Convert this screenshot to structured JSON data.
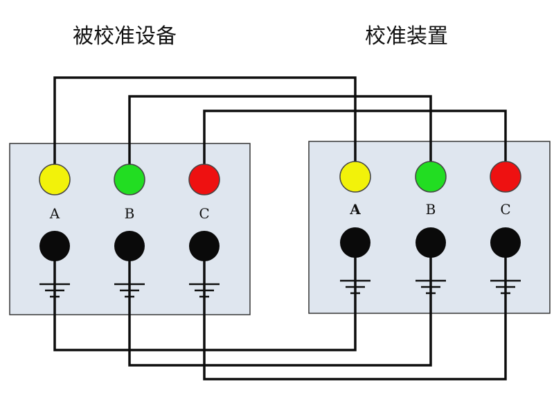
{
  "left_device": {
    "title": "被校准设备",
    "terminals": [
      {
        "label": "A"
      },
      {
        "label": "B"
      },
      {
        "label": "C"
      }
    ]
  },
  "right_device": {
    "title": "校准装置",
    "terminals": [
      {
        "label": "A"
      },
      {
        "label": "B"
      },
      {
        "label": "C"
      }
    ]
  },
  "colors": {
    "phase_a": "#f2f20a",
    "phase_b": "#22dd22",
    "phase_c": "#ee1111",
    "neutral": "#0a0a0a",
    "panel_fill": "#dfe6ef",
    "wire": "#0d0d0d"
  }
}
